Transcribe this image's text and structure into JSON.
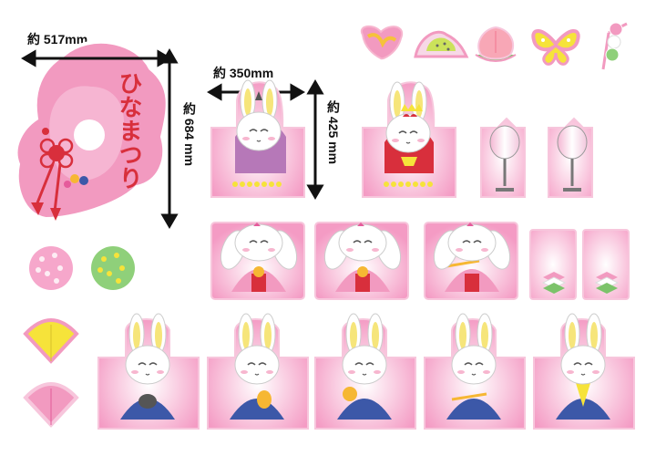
{
  "title_panel": {
    "title_text": "ひなまつり",
    "width_label": "約 517mm",
    "height_label": "約 684 mm"
  },
  "emperor_panel": {
    "width_label": "約 350mm",
    "height_label": "約 425 mm"
  },
  "colors": {
    "pink_light": "#f7c6dc",
    "pink": "#f29ac0",
    "pink_dark": "#e35a98",
    "red": "#d82f3c",
    "purple": "#b678b8",
    "navy": "#3c58a8",
    "yellow": "#f6e33a",
    "green": "#7cc36a"
  },
  "icons": [
    "ribbon-icon",
    "hat-icon",
    "peach-icon",
    "butterfly-icon",
    "dango-icon",
    "bonbori-lamp-icon",
    "flower-ball-icon",
    "fan-icon",
    "hishimochi-icon",
    "bunny-icon"
  ]
}
